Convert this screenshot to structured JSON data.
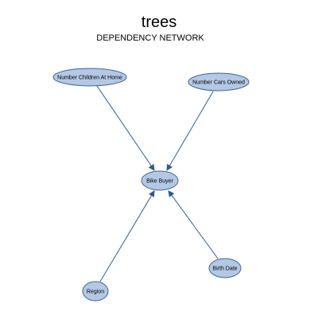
{
  "title": "trees",
  "subtitle": "DEPENDENCY NETWORK",
  "nodes": {
    "children": "Number Children At Home",
    "cars": "Number Cars Owned",
    "bike": "Bike Buyer",
    "birth": "Birth Date",
    "region": "Region"
  },
  "colors": {
    "node_fill": "#b3c8e3",
    "node_stroke": "#3f6496",
    "edge": "#2e5a8c"
  }
}
